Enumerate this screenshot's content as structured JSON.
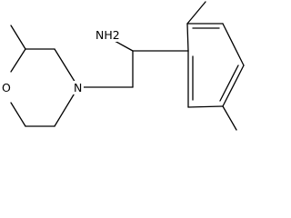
{
  "molecule": {
    "atoms": {
      "amine": "NH2",
      "ring_nitrogen": "N",
      "ring_oxygen": "O"
    },
    "colors": {
      "bond": "#000000",
      "text": "#000000",
      "background": "#ffffff"
    }
  }
}
